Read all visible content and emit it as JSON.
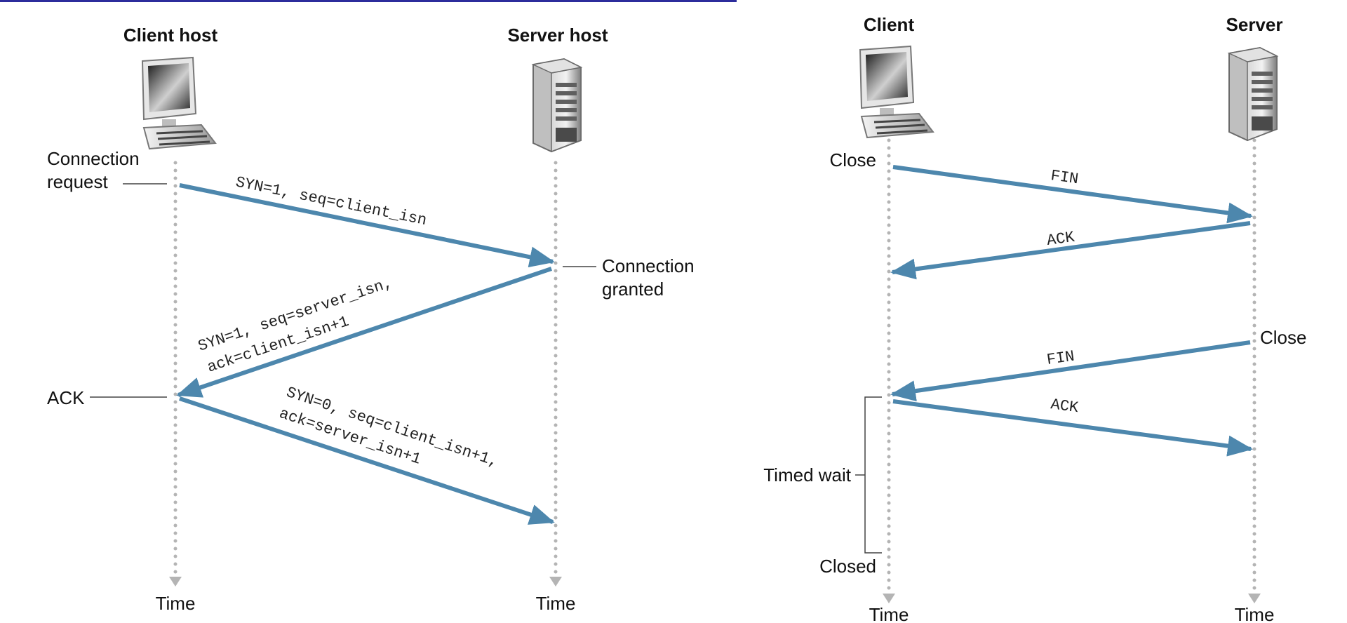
{
  "colors": {
    "arrow": "#4d87ad",
    "timeline": "#b4b4b4",
    "header_rule": "#2c2c9c"
  },
  "left": {
    "client_title": "Client host",
    "server_title": "Server host",
    "connection_request": [
      "Connection",
      "request"
    ],
    "connection_granted": [
      "Connection",
      "granted"
    ],
    "ack_label": "ACK",
    "msg_syn": "SYN=1, seq=client_isn",
    "msg_synack": [
      "SYN=1, seq=server_isn,",
      "ack=client_isn+1"
    ],
    "msg_ack": [
      "SYN=0, seq=client_isn+1,",
      "ack=server_isn+1"
    ],
    "time_left": "Time",
    "time_right": "Time",
    "client_icon": "computer-icon",
    "server_icon": "server-tower-icon"
  },
  "right": {
    "client_title": "Client",
    "server_title": "Server",
    "close_client": "Close",
    "close_server": "Close",
    "msg_fin1": "FIN",
    "msg_ack1": "ACK",
    "msg_fin2": "FIN",
    "msg_ack2": "ACK",
    "timed_wait": "Timed wait",
    "closed": "Closed",
    "time_left": "Time",
    "time_right": "Time",
    "client_icon": "computer-icon",
    "server_icon": "server-tower-icon"
  }
}
